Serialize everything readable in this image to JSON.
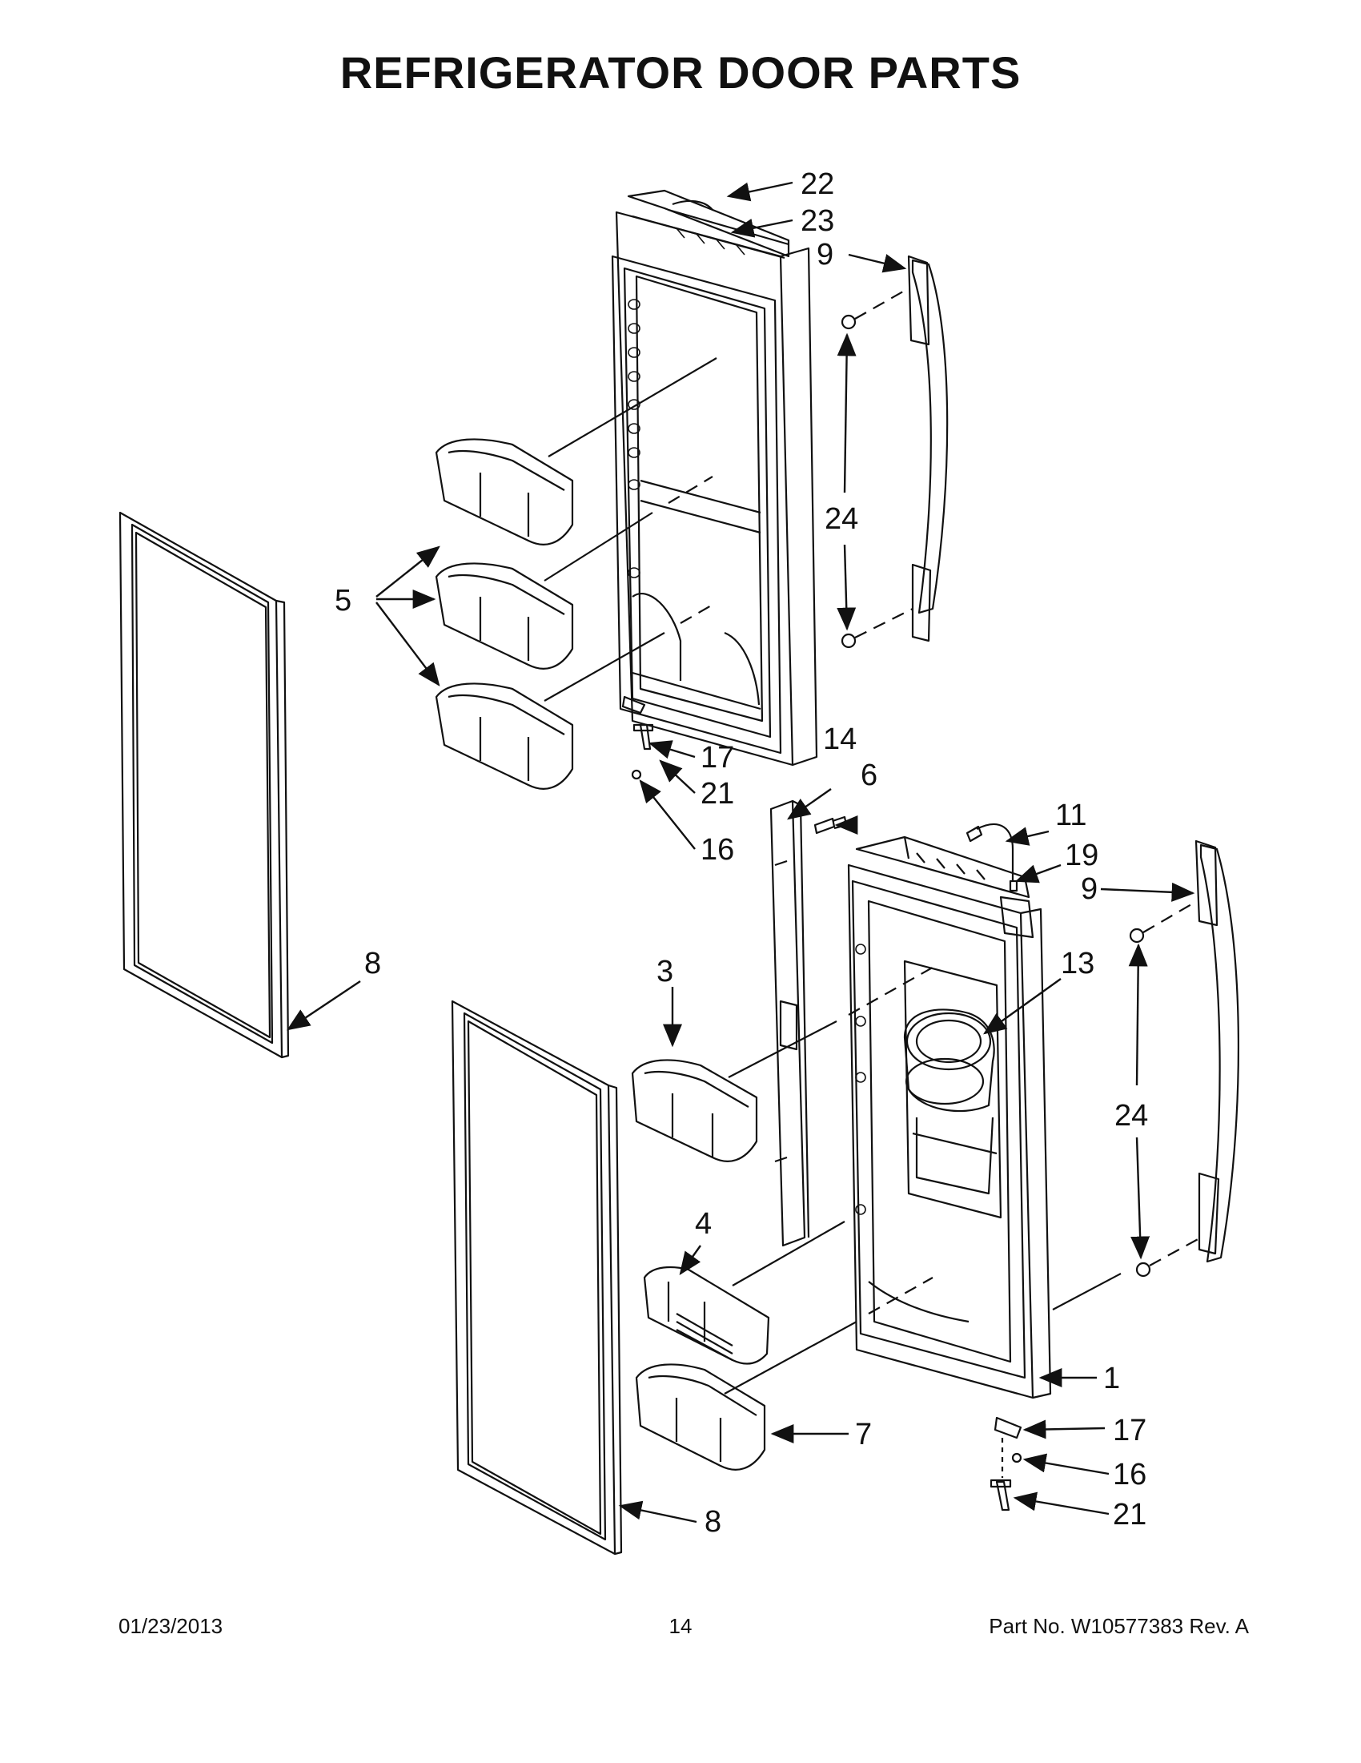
{
  "title": "REFRIGERATOR DOOR PARTS",
  "callouts": {
    "c22": "22",
    "c23": "23",
    "c9a": "9",
    "c24a": "24",
    "c5": "5",
    "c17a": "17",
    "c21a": "21",
    "c16a": "16",
    "c14": "14",
    "c6": "6",
    "c11": "11",
    "c19": "19",
    "c9b": "9",
    "c13": "13",
    "c8a": "8",
    "c3": "3",
    "c24b": "24",
    "c4": "4",
    "c1": "1",
    "c7": "7",
    "c17b": "17",
    "c16b": "16",
    "c8b": "8",
    "c21b": "21"
  },
  "footer": {
    "date": "01/23/2013",
    "page": "14",
    "part": "Part No.  W10577383  Rev.  A"
  }
}
